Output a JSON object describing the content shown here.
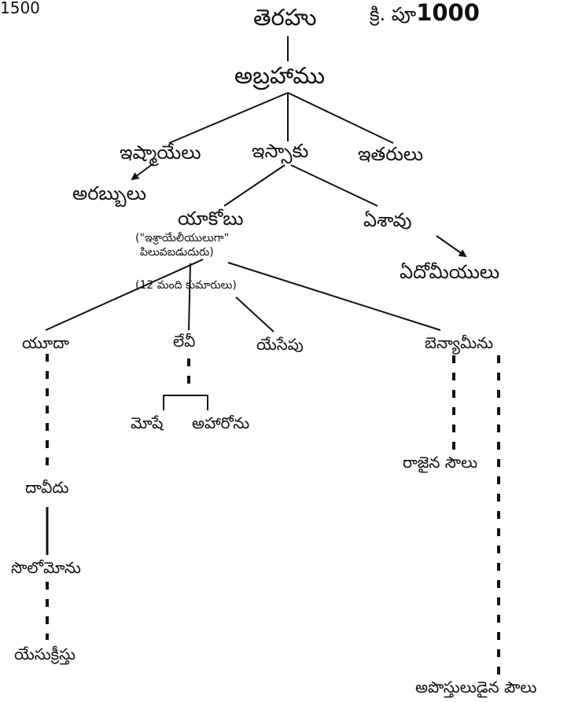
{
  "header": {
    "year_left": "1500",
    "year_right_prefix": "క్రి. పూ",
    "year_right_number": "1000"
  },
  "nodes": {
    "terah": "తెరహు",
    "abraham": "అబ్రహాము",
    "ishmael": "ఇష్మాయేలు",
    "isaac": "ఇస్సాకు",
    "others": "ఇతరులు",
    "arabs": "అరబ్బులు",
    "jacob": "యాకోబు",
    "jacob_note_1": "(\"ఇశ్రాయేలీయులుగా\"",
    "jacob_note_2": "పిలువబడుదురు)",
    "twelve_sons": "(12  మంది కుమారులు)",
    "esau": "ఏశావు",
    "edomites": "ఏదోమీయులు",
    "judah": "యూదా",
    "levi": "లేవీ",
    "joseph": "యేసేపు",
    "benjamin": "బెన్యామీను",
    "moses": "మోషే",
    "aaron": "అహారోను",
    "king_saul": "రాజైన సౌలు",
    "david": "దావీదు",
    "solomon": "సొలోమోను",
    "jesus": "యేసుక్రీస్తు",
    "apostle_paul": "అపొస్తులుడైన పౌలు"
  }
}
